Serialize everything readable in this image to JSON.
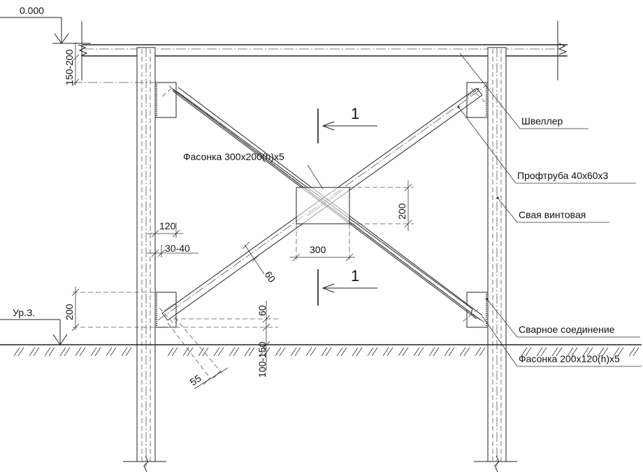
{
  "elevations": {
    "top_mark": "0.000",
    "ground_mark": "Ур.З."
  },
  "section": {
    "mark": "1"
  },
  "dimensions": {
    "beam_gap": "150-200",
    "plate_gap_h": "120",
    "plate_edge": "30-40",
    "plate_height_left": "200",
    "member_width": "60",
    "plate_bottom_offset": "60",
    "ground_offset": "100-150",
    "weld_len": "55",
    "center_plate_w": "300",
    "center_plate_h": "200"
  },
  "labels": {
    "center_plate": "Фасонка 300x200(h)x5",
    "channel": "Швеллер",
    "profile_pipe": "Профтруба 40x60x3",
    "screw_pile": "Свая винтовая",
    "weld": "Сварное соединение",
    "corner_plate": "Фасонка 200x120(h)x5"
  }
}
